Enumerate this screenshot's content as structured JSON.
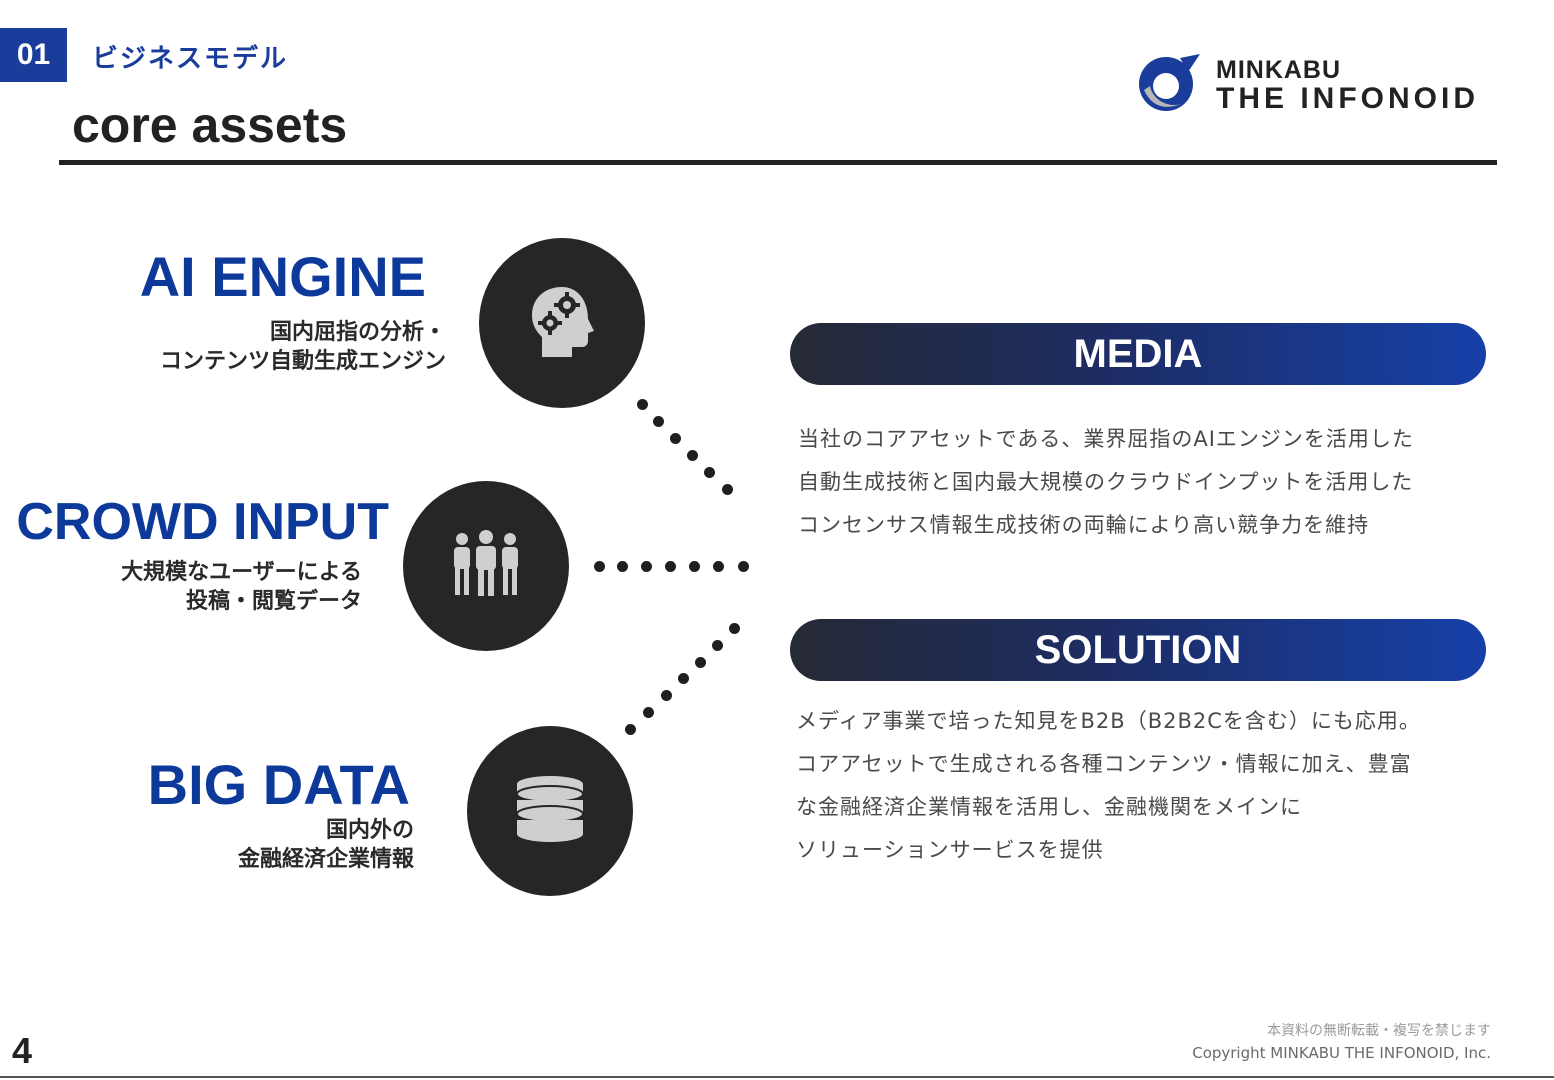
{
  "header": {
    "section_number": "01",
    "section_title": "ビジネスモデル",
    "page_title": "core assets",
    "logo": {
      "line1": "MINKABU",
      "line2": "THE INFONOID",
      "brand_color": "#1a3d9c"
    }
  },
  "assets": [
    {
      "title": "AI ENGINE",
      "subtitle_line1": "国内屈指の分析・",
      "subtitle_line2": "コンテンツ自動生成エンジン",
      "icon": "head-gears-icon"
    },
    {
      "title": "CROWD INPUT",
      "subtitle_line1": "大規模なユーザーによる",
      "subtitle_line2": "投稿・閲覧データ",
      "icon": "people-group-icon"
    },
    {
      "title": "BIG DATA",
      "subtitle_line1": "国内外の",
      "subtitle_line2": "金融経済企業情報",
      "icon": "database-icon"
    }
  ],
  "media": {
    "label": "MEDIA",
    "lines": [
      "当社のコアアセットである、業界屈指のAIエンジンを活用した",
      "自動生成技術と国内最大規模のクラウドインプットを活用した",
      "コンセンサス情報生成技術の両輪により高い競争力を維持"
    ]
  },
  "solution": {
    "label": "SOLUTION",
    "lines": [
      "メディア事業で培った知見をB2B（B2B2Cを含む）にも応用。",
      "コアアセットで生成される各種コンテンツ・情報に加え、豊富",
      "な金融経済企業情報を活用し、金融機関をメインに",
      "ソリューションサービスを提供"
    ]
  },
  "footer": {
    "page_number": "4",
    "notice": "本資料の無断転載・複写を禁じます",
    "copyright": "Copyright MINKABU THE INFONOID, Inc."
  },
  "colors": {
    "accent_blue": "#1a3d9c",
    "dark": "#262626"
  }
}
